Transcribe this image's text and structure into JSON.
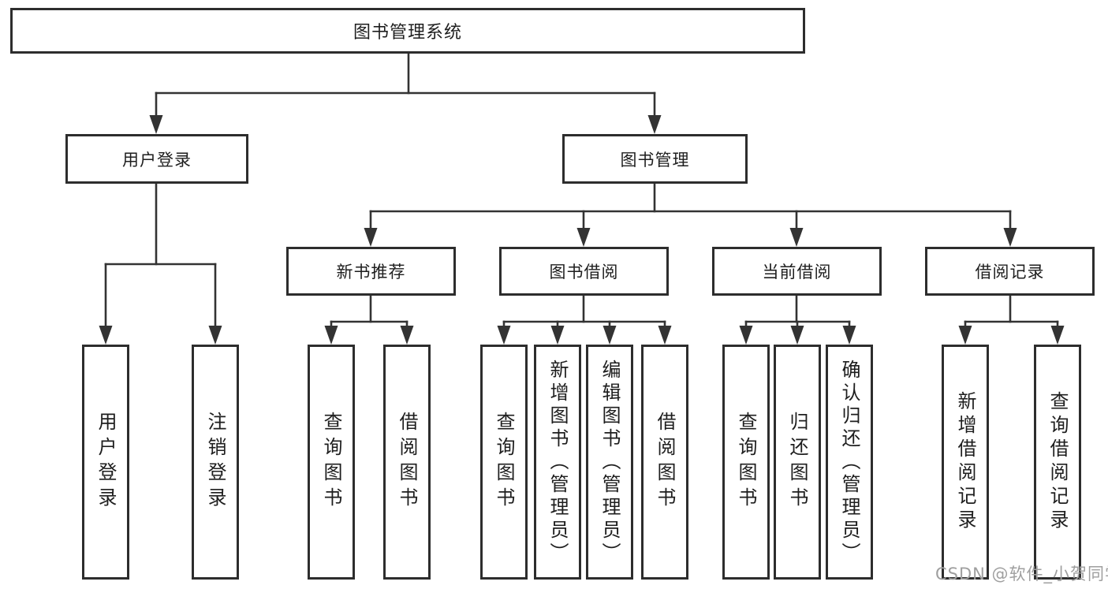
{
  "diagram_title": "图书管理系统",
  "watermark": "CSDN @软件_小贺同学",
  "colors": {
    "line": "#333333",
    "box_border": "#2d2d2d",
    "text": "#1e1e1e",
    "watermark": "#9f9f9f",
    "background": "#ffffff"
  },
  "tree": {
    "label": "图书管理系统",
    "children": [
      {
        "label": "用户登录",
        "children": [
          {
            "label": "用户登录"
          },
          {
            "label": "注销登录"
          }
        ]
      },
      {
        "label": "图书管理",
        "children": [
          {
            "label": "新书推荐",
            "children": [
              {
                "label": "查询图书"
              },
              {
                "label": "借阅图书"
              }
            ]
          },
          {
            "label": "图书借阅",
            "children": [
              {
                "label": "查询图书"
              },
              {
                "label": "新增图书（管理员）"
              },
              {
                "label": "编辑图书（管理员）"
              },
              {
                "label": "借阅图书"
              }
            ]
          },
          {
            "label": "当前借阅",
            "children": [
              {
                "label": "查询图书"
              },
              {
                "label": "归还图书"
              },
              {
                "label": "确认归还（管理员）"
              }
            ]
          },
          {
            "label": "借阅记录",
            "children": [
              {
                "label": "新增借阅记录"
              },
              {
                "label": "查询借阅记录"
              }
            ]
          }
        ]
      }
    ]
  }
}
